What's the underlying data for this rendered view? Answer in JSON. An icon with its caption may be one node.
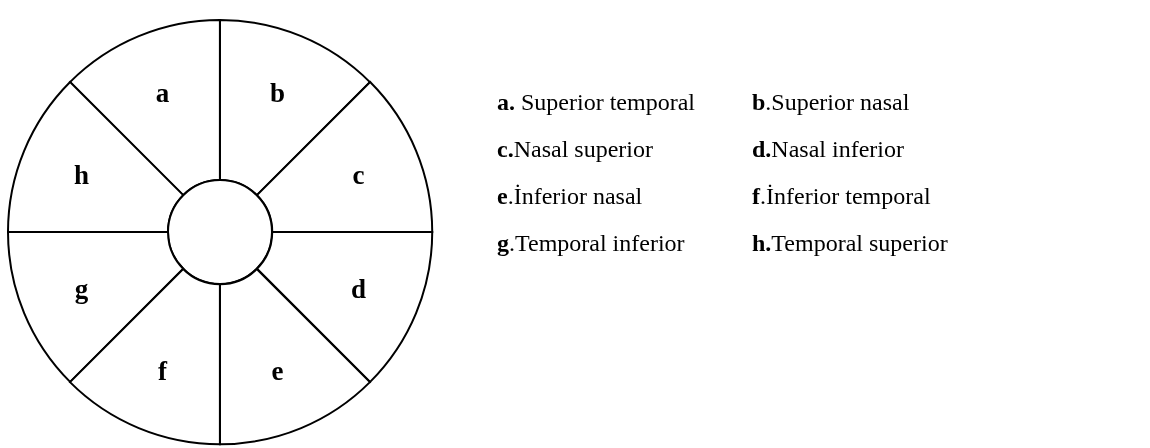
{
  "diagram": {
    "nodes": [
      {
        "text": [
          "a"
        ]
      },
      {
        "text": [
          "b"
        ]
      },
      {
        "text": [
          "h"
        ]
      },
      {
        "text": [
          "c"
        ]
      },
      {
        "text": [],
        "shape": "circle"
      },
      {
        "text": [
          "g"
        ]
      },
      {
        "text": [
          "d"
        ]
      },
      {
        "text": [
          "f"
        ]
      },
      {
        "text": [
          "e"
        ]
      }
    ],
    "labels": [
      "**a.** Superior temporal",
      "**b**.Superior nasal",
      "**c.**Nasal superior",
      "**d.**Nasal inferior",
      "**e**.İnferior nasal",
      "**f**.İnferior temporal",
      "**g**.Temporal inferior",
      "**h.**Temporal superior"
    ]
  }
}
